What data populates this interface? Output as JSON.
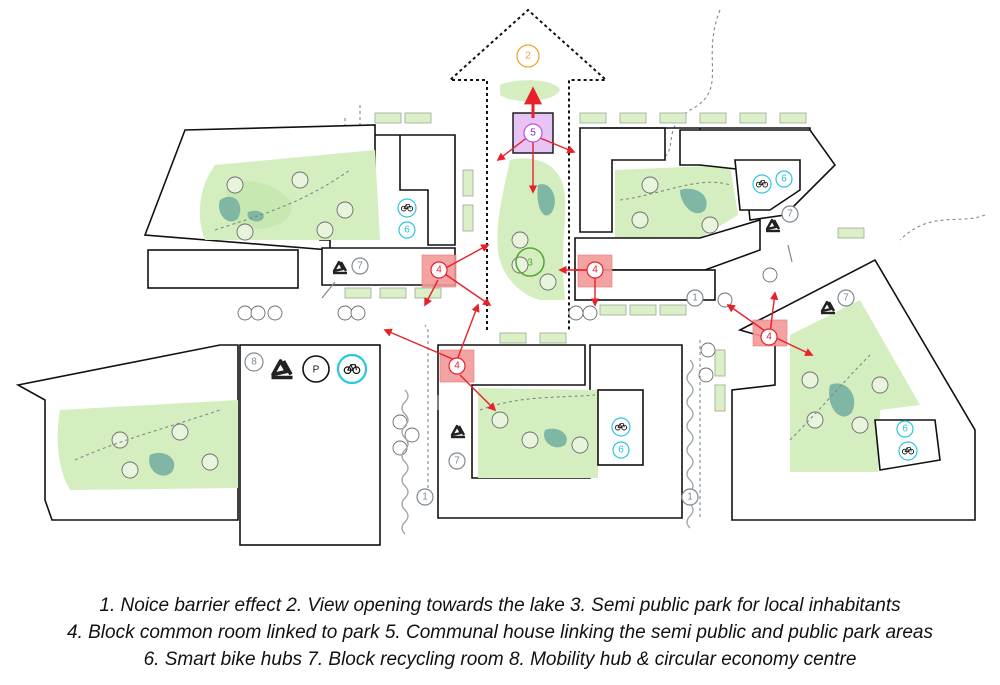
{
  "markers": {
    "n1": "1",
    "n2": "2",
    "n3": "3",
    "n4": "4",
    "n5": "5",
    "n6": "6",
    "n7": "7",
    "n8": "8",
    "parking": "P"
  },
  "icons": [
    "recycling-icon",
    "bicycle-icon",
    "parking-icon",
    "arrow-icon"
  ],
  "colors": {
    "courtyard_green": "#d4eec0",
    "pond": "#7fb7a4",
    "common_room": "#f39a9a",
    "communal_house": "#d9a6f0",
    "link_arrow_red": "#e8202a",
    "view_marker_orange": "#f0a030",
    "park_marker_green": "#58a83a",
    "bike_hub_cyan": "#29c6e0",
    "neutral_grey": "#7e8a90"
  },
  "legend": {
    "line1": "1. Noice barrier effect  2. View opening towards the lake  3. Semi public park for local inhabitants",
    "line2": "4. Block common room linked to park  5. Communal house linking the semi public and public park areas",
    "line3": "6. Smart bike hubs   7. Block recycling room   8. Mobility hub & circular economy centre"
  }
}
